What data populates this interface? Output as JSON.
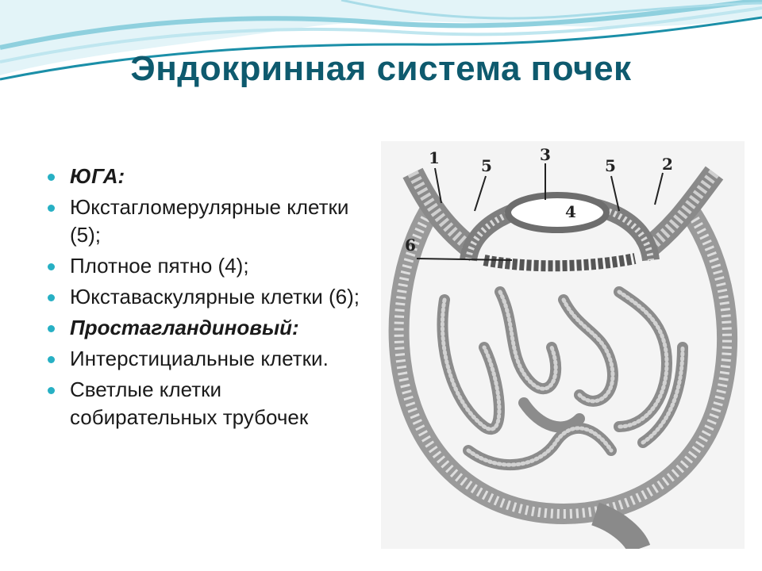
{
  "slide": {
    "title": "Эндокринная система почек",
    "bullets": [
      {
        "text": "ЮГА:",
        "emphasis": true
      },
      {
        "text": "Юкстагломерулярные клетки (5);",
        "emphasis": false
      },
      {
        "text": "Плотное пятно (4);",
        "emphasis": false
      },
      {
        "text": "Юкставаскулярные клетки (6);",
        "emphasis": false
      },
      {
        "text": "Простагландиновый:",
        "emphasis": true
      },
      {
        "text": "Интерстициальные клетки.",
        "emphasis": false
      },
      {
        "text": "Светлые клетки собирательных трубочек",
        "emphasis": false
      }
    ]
  },
  "figure": {
    "labels": {
      "l1": "1",
      "l2": "2",
      "l3": "3",
      "l4": "4",
      "l5a": "5",
      "l5b": "5",
      "l6": "6"
    }
  },
  "colors": {
    "title": "#0e5a6e",
    "bullet": "#27b0c4",
    "wave_dark": "#1b8fa8",
    "wave_light": "#bfe6ef"
  }
}
